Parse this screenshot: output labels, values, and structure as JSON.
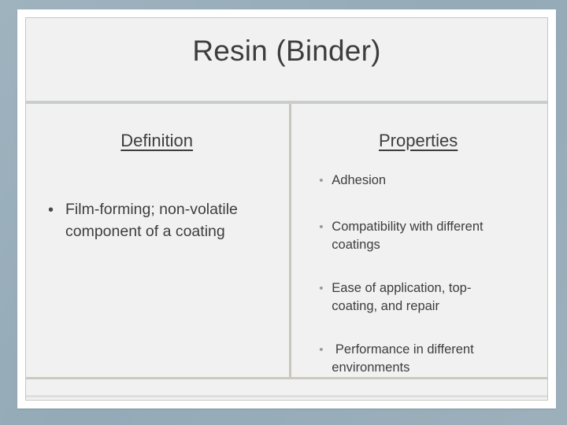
{
  "slide": {
    "title": "Resin (Binder)",
    "columns": [
      {
        "heading": "Definition",
        "bullet_glyph": "•",
        "bullets": [
          "Film-forming; non-volatile component of a coating"
        ]
      },
      {
        "heading": "Properties",
        "bullet_glyph": "•",
        "bullets": [
          "Adhesion",
          "Compatibility with different coatings",
          "Ease of application, top-coating, and repair",
          " Performance in different environments"
        ]
      }
    ]
  },
  "colors": {
    "backdrop": "#9aafbb",
    "mount": "#ffffff",
    "canvas": "#f1f1f1",
    "keyline": "#c9c6c0",
    "title_rule": "#c9cecd",
    "text": "#3d3d3d",
    "right_bullet": "#9b9b9b"
  }
}
